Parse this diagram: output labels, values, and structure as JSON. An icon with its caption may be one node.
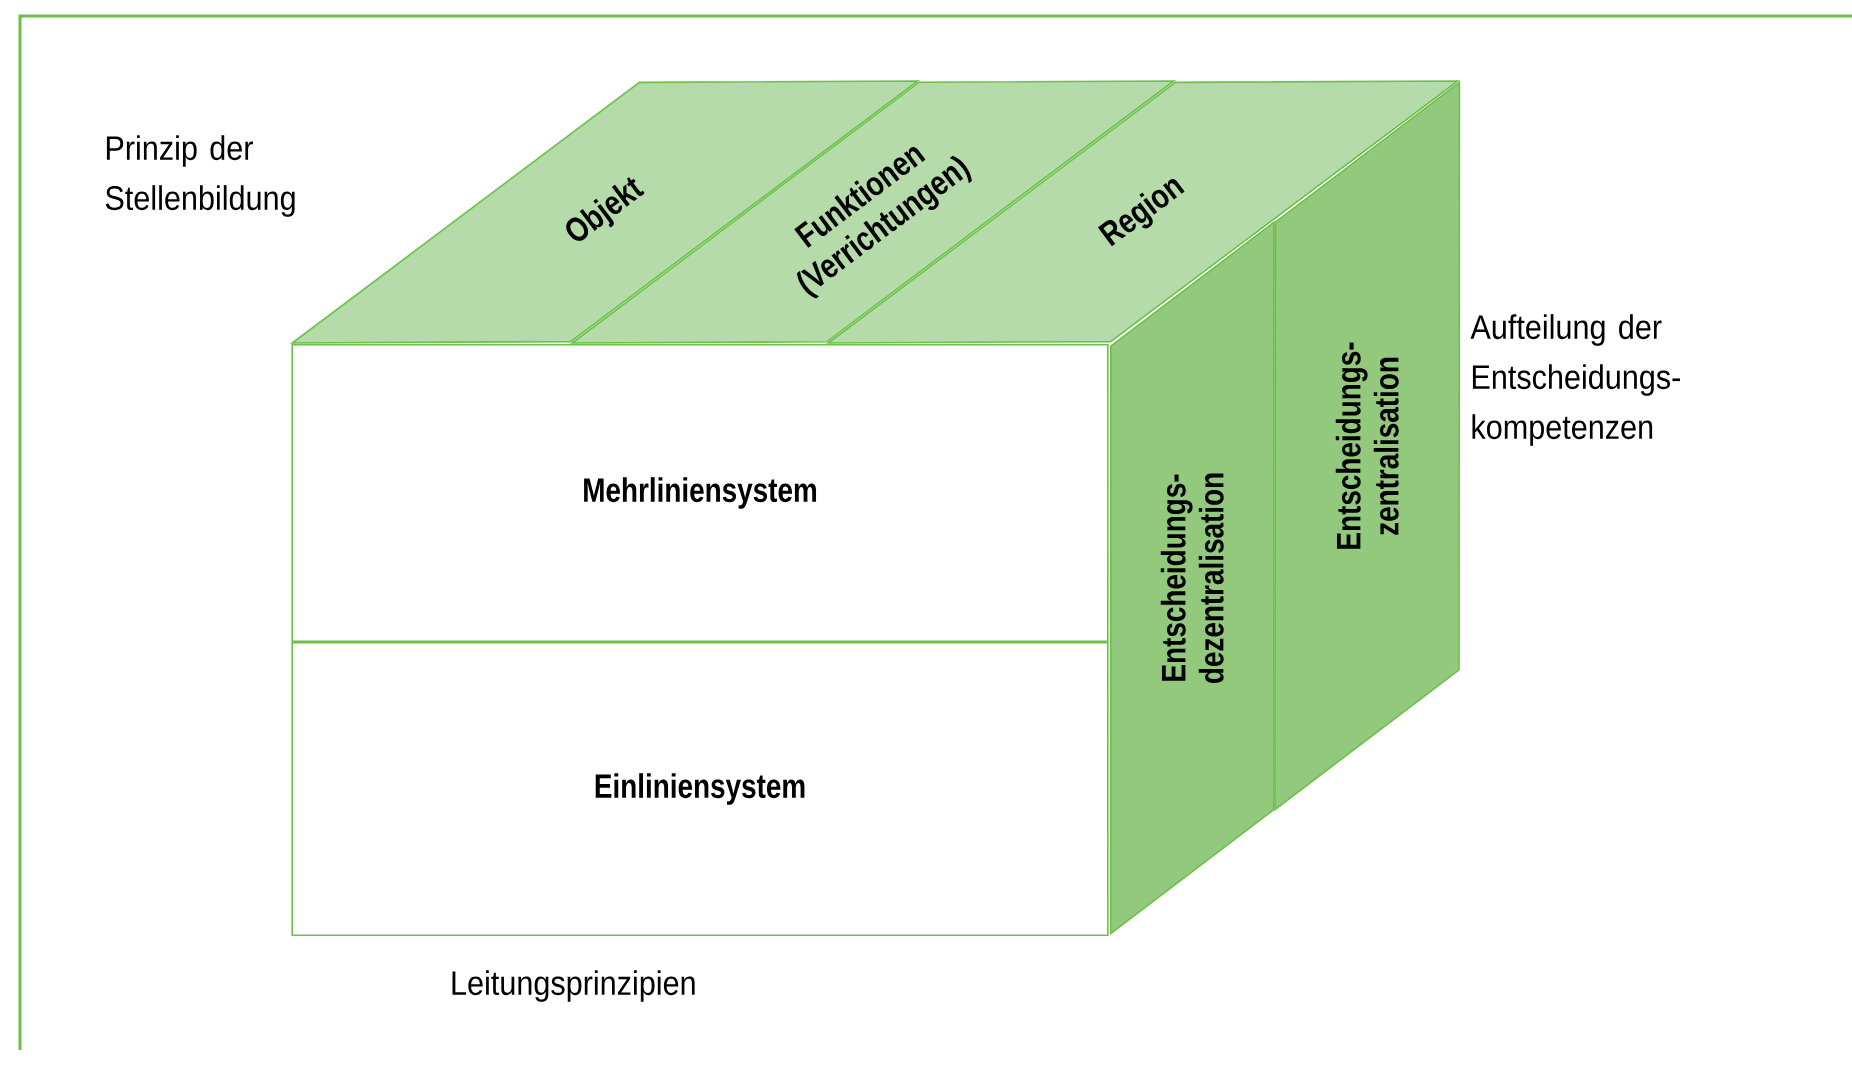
{
  "diagram": {
    "nodes": [
      {
        "text": [
          "Mehrliniensystem"
        ]
      },
      {
        "text": [
          "Einliniensystem"
        ]
      },
      {
        "text": [
          "Objekt"
        ]
      },
      {
        "text": [
          "Funktionen (Verrichtungen)"
        ]
      },
      {
        "text": [
          "Region"
        ]
      },
      {
        "text": [
          "Entscheidungs- dezentralisation"
        ]
      },
      {
        "text": [
          "Entscheidungs- zentralisation"
        ]
      }
    ],
    "labels": [
      "Prinzip der Stellenbildung",
      "Aufteilung der Entscheidungs- kompetenzen",
      "Leitungsprinzipien"
    ]
  }
}
